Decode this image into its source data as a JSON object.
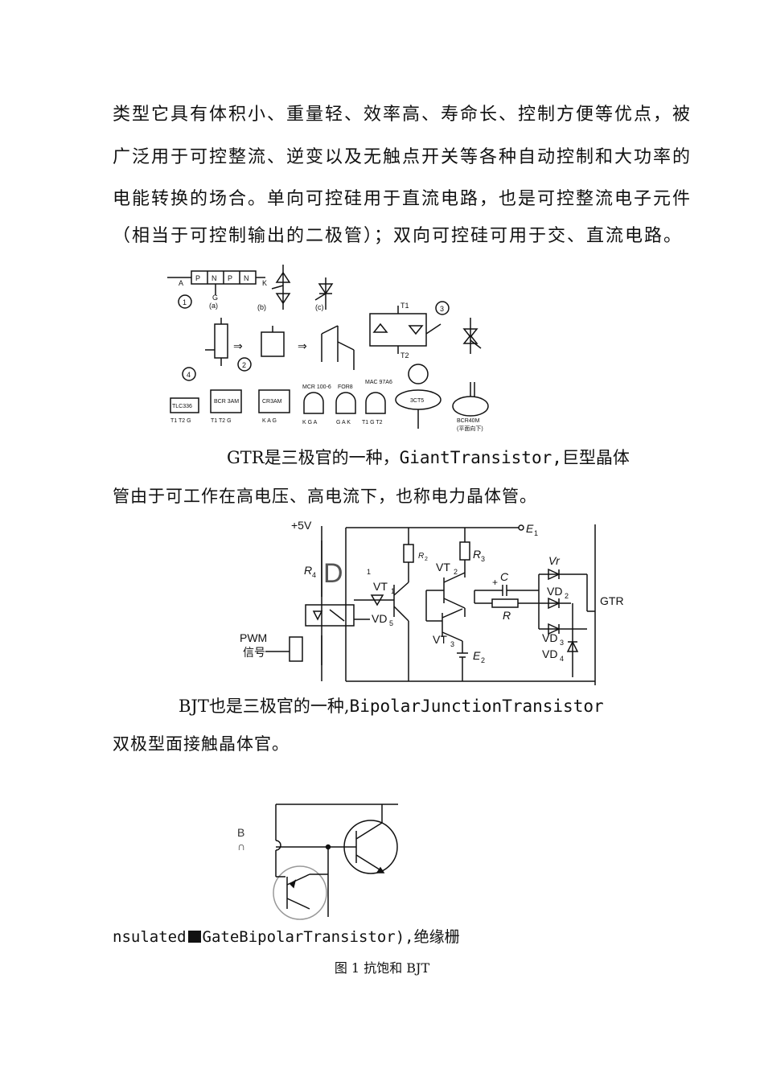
{
  "intro_lines": [
    "类型它具有体积小、重量轻、效率高、寿命长、控制方便等优点，被",
    "广泛用于可控整流、逆变以及无触点开关等各种自动控制和大功率的",
    "电能转换的场合。单向可控硅用于直流电路，也是可控整流电子元件",
    "（相当于可控制输出的二极管）；双向可控硅可用于交、直流电路。"
  ],
  "thyristor_figure": {
    "pnpn_letters": [
      "P",
      "N",
      "P",
      "N"
    ],
    "terminal_a": "A",
    "terminal_k": "K",
    "terminal_g": "G",
    "circle_1": "1",
    "circle_2": "2",
    "circle_3": "3",
    "circle_4": "4",
    "sub_a": "(a)",
    "sub_b": "(b)",
    "sub_c": "(c)",
    "t1": "T1",
    "t2": "T2",
    "arrow": "⇒",
    "packages": [
      {
        "name": "TLC336",
        "pins": "T1  T2  G"
      },
      {
        "name": "BCR 3AM",
        "pins": "T1 T2 G"
      },
      {
        "name": "CR3AM",
        "pins": "K A G"
      },
      {
        "name": "MCR 100-6",
        "pins": "K G A"
      },
      {
        "name": "FOR8",
        "pins": "G A K"
      },
      {
        "name": "MAC 97A6",
        "pins": "T1 G T2"
      },
      {
        "name": "3CT5",
        "pins": ""
      },
      {
        "name": "BCR40M",
        "pins": "(平面向下)"
      }
    ]
  },
  "gtr_line1_a": "GTR",
  "gtr_line1_b": "是三极官的一种，",
  "gtr_line1_c": "GiantTransistor,",
  "gtr_line1_d": "巨型晶体",
  "gtr_line2": "管由于可工作在高电压、高电流下，也称电力晶体管。",
  "gtr_circuit": {
    "vcc": "+5V",
    "e1": "E",
    "e1_sub": "1",
    "r4": "R",
    "r4_sub": "4",
    "d_big": "D",
    "d_one": "1",
    "r2": "R",
    "r2_sub": "2",
    "r3": "R",
    "r3_sub": "3",
    "vt1": "VT",
    "vt1_sub": "1",
    "vt2": "VT",
    "vt2_sub": "2",
    "vt3": "VT",
    "vt3_sub": "3",
    "vd5": "VD",
    "vd5_sub": "5",
    "c": "C",
    "r": "R",
    "e2": "E",
    "e2_sub": "2",
    "vr": "Vr",
    "vd2": "VD",
    "vd2_sub": "2",
    "vd3": "VD",
    "vd3_sub": "3",
    "vd4": "VD",
    "vd4_sub": "4",
    "gtr": "GTR",
    "pwm1": "PWM",
    "pwm2": "信号",
    "plus": "+"
  },
  "bjt_line1_a": "BJT",
  "bjt_line1_b": "也是三极官的一种,",
  "bjt_line1_c": "BipolarJunctionTransistor",
  "bjt_line2": "双极型面接触晶体官。",
  "bjt_figure": {
    "b_label": "B",
    "c_label": "∩"
  },
  "igbt_line_a": "nsulated",
  "igbt_line_b": "GateBipolarTransistor),",
  "igbt_line_c": "绝缘栅",
  "figure_caption": "图 1 抗饱和 BJT"
}
